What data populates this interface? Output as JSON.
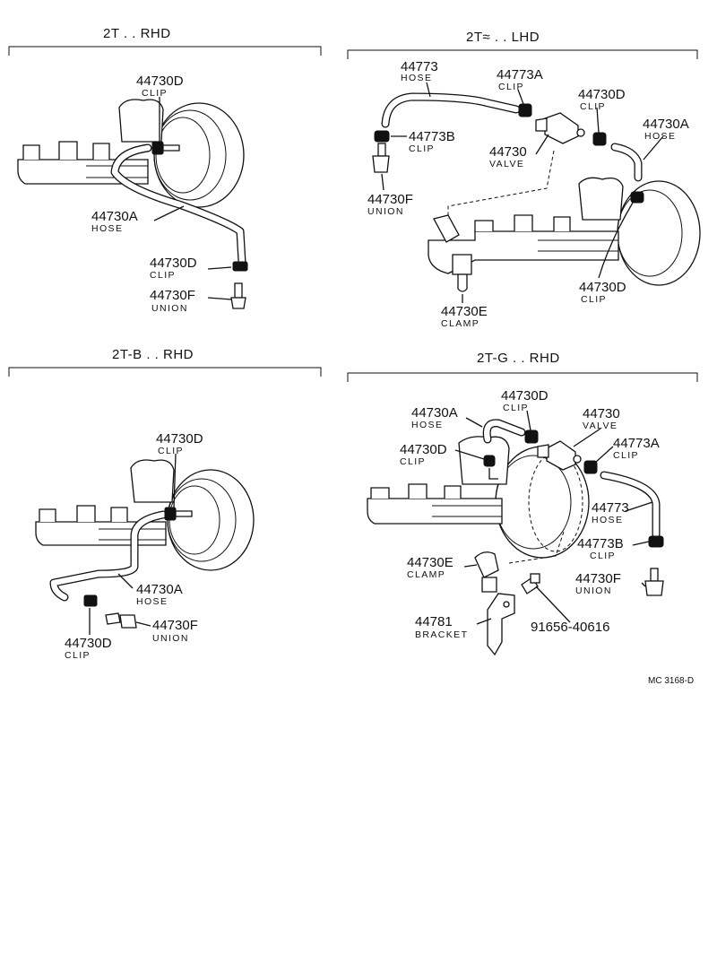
{
  "panels": {
    "tl": {
      "title": "2T . . RHD",
      "callouts": [
        {
          "number": "44730D",
          "name": "CLIP"
        },
        {
          "number": "44730A",
          "name": "HOSE"
        },
        {
          "number": "44730D",
          "name": "CLIP"
        },
        {
          "number": "44730F",
          "name": "UNION"
        }
      ]
    },
    "tr": {
      "title": "2T≈ . . LHD",
      "callouts": [
        {
          "number": "44773",
          "name": "HOSE"
        },
        {
          "number": "44773A",
          "name": "CLIP"
        },
        {
          "number": "44730D",
          "name": "CLIP"
        },
        {
          "number": "44730A",
          "name": "HOSE"
        },
        {
          "number": "44773B",
          "name": "CLIP"
        },
        {
          "number": "44730",
          "name": "VALVE"
        },
        {
          "number": "44730F",
          "name": "UNION"
        },
        {
          "number": "44730D",
          "name": "CLIP"
        },
        {
          "number": "44730E",
          "name": "CLAMP"
        }
      ]
    },
    "bl": {
      "title": "2T-B . . RHD",
      "callouts": [
        {
          "number": "44730D",
          "name": "CLIP"
        },
        {
          "number": "44730A",
          "name": "HOSE"
        },
        {
          "number": "44730F",
          "name": "UNION"
        },
        {
          "number": "44730D",
          "name": "CLIP"
        }
      ]
    },
    "br": {
      "title": "2T-G . . RHD",
      "callouts": [
        {
          "number": "44730D",
          "name": "CLIP"
        },
        {
          "number": "44730A",
          "name": "HOSE"
        },
        {
          "number": "44730",
          "name": "VALVE"
        },
        {
          "number": "44730D",
          "name": "CLIP"
        },
        {
          "number": "44773A",
          "name": "CLIP"
        },
        {
          "number": "44773",
          "name": "HOSE"
        },
        {
          "number": "44773B",
          "name": "CLIP"
        },
        {
          "number": "44730E",
          "name": "CLAMP"
        },
        {
          "number": "44730F",
          "name": "UNION"
        },
        {
          "number": "44781",
          "name": "BRACKET"
        },
        {
          "number": "91656-40616",
          "name": ""
        }
      ]
    }
  },
  "footer": {
    "code": "MC 3168-D"
  }
}
